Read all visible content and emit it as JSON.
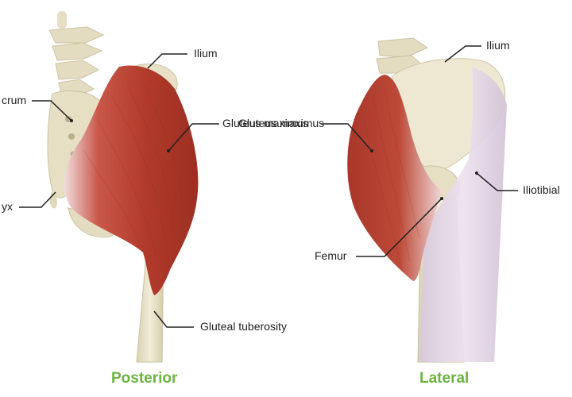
{
  "views": {
    "posterior": {
      "title": "Posterior",
      "labels": {
        "ilium": "Ilium",
        "sacrum": "crum",
        "gluteus_maximus": "Gluteus maximus",
        "coccyx": "yx",
        "gluteal_tuberosity": "Gluteal tuberosity"
      }
    },
    "lateral": {
      "title": "Lateral",
      "labels": {
        "ilium": "Ilium",
        "gluteus_maximus": "Gluteus maximus",
        "iliotibial": "Iliotibial",
        "femur": "Femur"
      }
    }
  },
  "colors": {
    "title_green": "#6cb33f",
    "muscle_red": "#b5402f",
    "bone": "#eae4cc",
    "iliotibial_band": "#e2d6e4",
    "leader_line": "#222222"
  }
}
